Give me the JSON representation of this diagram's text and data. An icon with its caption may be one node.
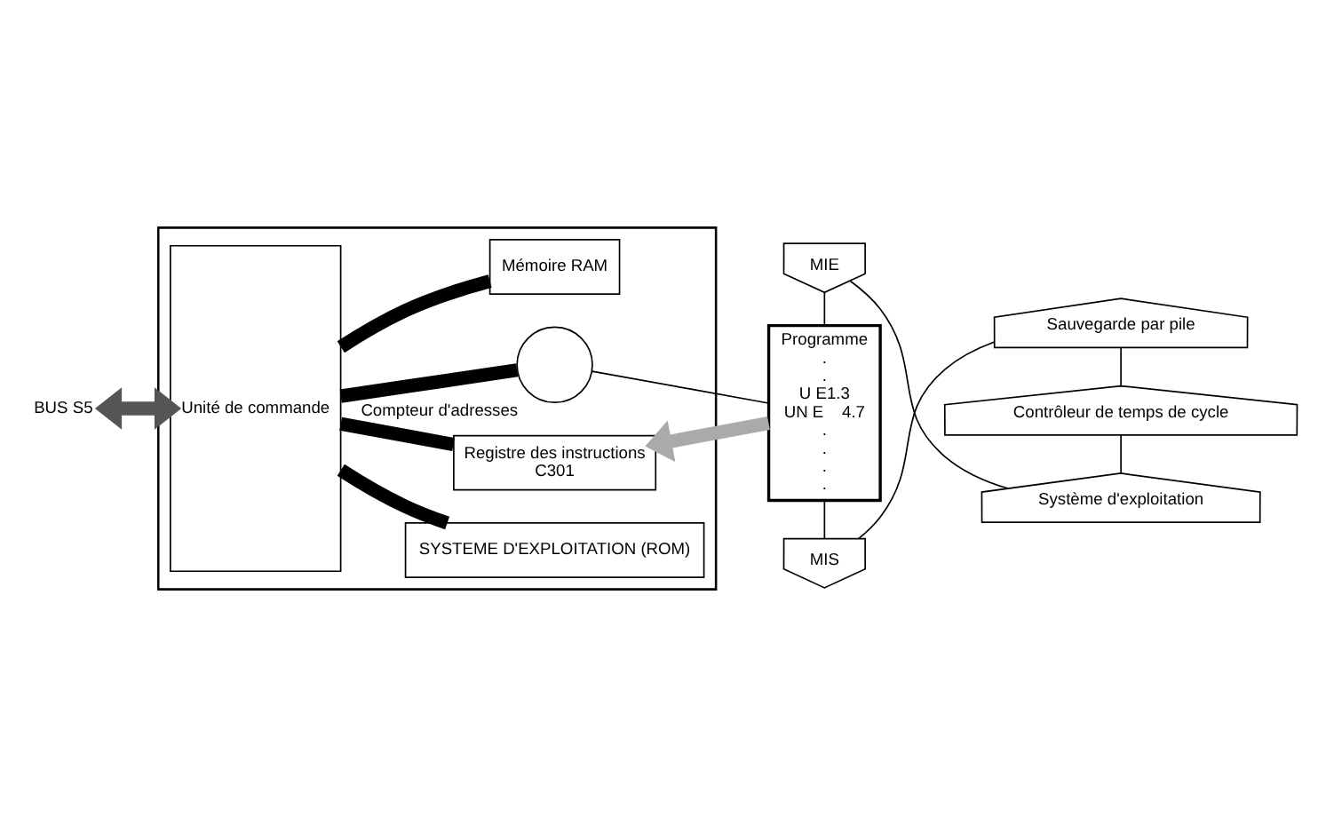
{
  "diagram": {
    "nodes": [
      {
        "text": [],
        "shape": "box"
      },
      {
        "text": [
          "Unité de commande"
        ],
        "in": 0
      },
      {
        "text": [
          "SYSTEME D'EXPLOITATION (ROM)"
        ],
        "in": 0
      },
      {
        "text": [
          "Registre des instructions",
          "C301"
        ],
        "in": 0
      },
      {
        "text": [],
        "shape": "circle",
        "in": 0,
        "beside": [
          "Compteur d'adresses"
        ]
      },
      {
        "text": [
          "Mémoire RAM"
        ],
        "in": 0
      },
      {
        "text": [
          "BUS S5"
        ]
      },
      {
        "text": [
          "MIE"
        ]
      },
      {
        "text": [
          "Programme",
          ".",
          ".",
          "U E1.3",
          "UN E    4.7",
          ".",
          ".",
          ".",
          "."
        ]
      },
      {
        "text": [
          "MIS"
        ]
      },
      {
        "text": [
          "Système d'exploitation"
        ]
      },
      {
        "text": [
          "Contrôleur de temps de cycle"
        ]
      },
      {
        "text": [
          "Sauvegarde par pile"
        ]
      }
    ],
    "edges": [
      {
        "from": 6,
        "to": 1,
        "arrow": "both",
        "style": "thick",
        "color": "#555555"
      },
      {
        "from": 1,
        "to": 2,
        "arrow": "none",
        "style": "thick"
      },
      {
        "from": 1,
        "to": 3,
        "arrow": "none",
        "style": "thick"
      },
      {
        "from": 1,
        "to": 4,
        "arrow": "none",
        "style": "thick"
      },
      {
        "from": 1,
        "to": 5,
        "arrow": "none",
        "style": "thick"
      },
      {
        "from": 8,
        "to": 3,
        "arrow": "to",
        "style": "thick",
        "color": "#aaaaaa"
      },
      {
        "from": 4,
        "to": 8,
        "arrow": "none"
      },
      {
        "from": 7,
        "to": 8,
        "arrow": "none"
      },
      {
        "from": 8,
        "to": 9,
        "arrow": "none"
      },
      {
        "from": 9,
        "to": 12,
        "arrow": "none"
      },
      {
        "from": 12,
        "to": 11,
        "arrow": "none"
      },
      {
        "from": 11,
        "to": 10,
        "arrow": "none"
      },
      {
        "from": 10,
        "to": 7,
        "arrow": "none"
      }
    ]
  }
}
